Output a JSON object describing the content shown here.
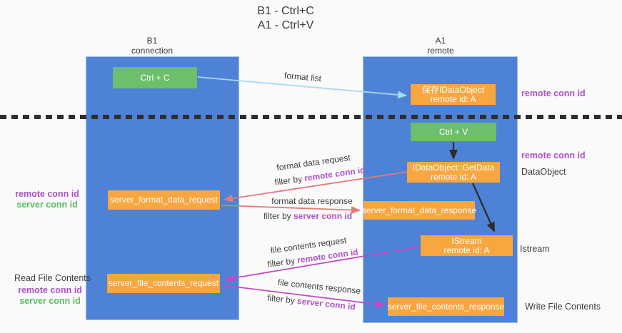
{
  "title": {
    "line1": "B1 - Ctrl+C",
    "line2": "A1 - Ctrl+V"
  },
  "columns": {
    "left": {
      "name": "B1",
      "subtitle": "connection"
    },
    "right": {
      "name": "A1",
      "subtitle": "remote"
    }
  },
  "boxes": {
    "ctrl_c": {
      "label": "Ctrl + C"
    },
    "save_dataobject": {
      "line1": "保存IDataObject",
      "line2": "remote id: A"
    },
    "ctrl_v": {
      "label": "Ctrl + V"
    },
    "getdata": {
      "line1": "IDataObject::GetData",
      "line2": "remote id: A"
    },
    "format_request": {
      "label": "server_format_data_request"
    },
    "format_response": {
      "label": "server_format_data_response"
    },
    "istream": {
      "line1": "IStream",
      "line2": "remote id: A"
    },
    "file_request": {
      "label": "server_file_contents_request"
    },
    "file_response": {
      "label": "server_file_contents_response"
    }
  },
  "arrow_labels": {
    "format_list": "format list",
    "format_data_request": "format data request",
    "format_data_response": "format data response",
    "file_contents_request": "file contents request",
    "file_contents_response": "file contents response",
    "filter_by": "filter by ",
    "remote_conn_id": "remote conn id",
    "server_conn_id": "server conn id"
  },
  "side_labels": {
    "right_remote_conn_id_1": "remote conn id",
    "right_remote_conn_id_2": "remote conn id",
    "dataobject": "DataObject",
    "istream": "Istream",
    "write_file_contents": "Write File Contents",
    "left_remote_conn_id_1": "remote conn id",
    "left_server_conn_id_1": "server conn id",
    "read_file_contents": "Read File Contents",
    "left_remote_conn_id_2": "remote conn id",
    "left_server_conn_id_2": "server conn id"
  },
  "colors": {
    "column_blue": "#4d82d6",
    "box_green": "#6dbe6d",
    "box_orange": "#f8a640",
    "arrow_lightblue": "#a9d6f2",
    "arrow_red": "#e87878",
    "arrow_magenta": "#c44ac4",
    "arrow_black": "#2b2b2b",
    "label_purple": "#ab52c6",
    "label_green": "#5eba62"
  }
}
